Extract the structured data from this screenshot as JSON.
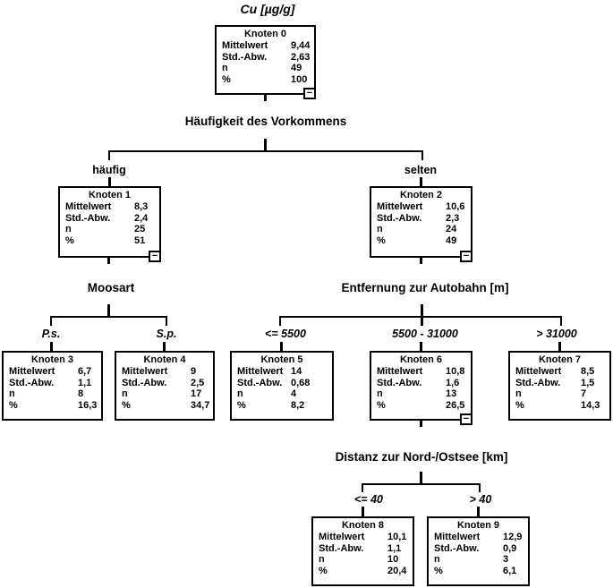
{
  "title": "Cu [µg/g]",
  "collapse_glyph": "−",
  "colors": {
    "ink": "#000000",
    "background": "#ffffff"
  },
  "stat_labels": {
    "mean": "Mittelwert",
    "std": "Std.-Abw.",
    "n": "n",
    "pct": "%"
  },
  "splits": [
    {
      "variable": "Häufigkeit des Vorkommens",
      "categories": [
        "häufig",
        "selten"
      ]
    },
    {
      "variable": "Moosart",
      "categories": [
        "P.s.",
        "S.p."
      ]
    },
    {
      "variable": "Entfernung zur Autobahn [m]",
      "categories": [
        "<= 5500",
        "5500 - 31000",
        "> 31000"
      ]
    },
    {
      "variable": "Distanz zur Nord-/Ostsee [km]",
      "categories": [
        "<= 40",
        "> 40"
      ]
    }
  ],
  "nodes": [
    {
      "name": "Knoten 0",
      "stats": {
        "mean": "9,44",
        "std": "2,63",
        "n": "49",
        "pct": "100"
      }
    },
    {
      "name": "Knoten 1",
      "stats": {
        "mean": "8,3",
        "std": "2,4",
        "n": "25",
        "pct": "51"
      }
    },
    {
      "name": "Knoten 2",
      "stats": {
        "mean": "10,6",
        "std": "2,3",
        "n": "24",
        "pct": "49"
      }
    },
    {
      "name": "Knoten 3",
      "stats": {
        "mean": "6,7",
        "std": "1,1",
        "n": "8",
        "pct": "16,3"
      }
    },
    {
      "name": "Knoten 4",
      "stats": {
        "mean": "9",
        "std": "2,5",
        "n": "17",
        "pct": "34,7"
      }
    },
    {
      "name": "Knoten 5",
      "stats": {
        "mean": "14",
        "std": "0,68",
        "n": "4",
        "pct": "8,2"
      }
    },
    {
      "name": "Knoten 6",
      "stats": {
        "mean": "10,8",
        "std": "1,6",
        "n": "13",
        "pct": "26,5"
      }
    },
    {
      "name": "Knoten 7",
      "stats": {
        "mean": "8,5",
        "std": "1,5",
        "n": "7",
        "pct": "14,3"
      }
    },
    {
      "name": "Knoten 8",
      "stats": {
        "mean": "10,1",
        "std": "1,1",
        "n": "10",
        "pct": "20,4"
      }
    },
    {
      "name": "Knoten 9",
      "stats": {
        "mean": "12,9",
        "std": "0,9",
        "n": "3",
        "pct": "6,1"
      }
    }
  ]
}
